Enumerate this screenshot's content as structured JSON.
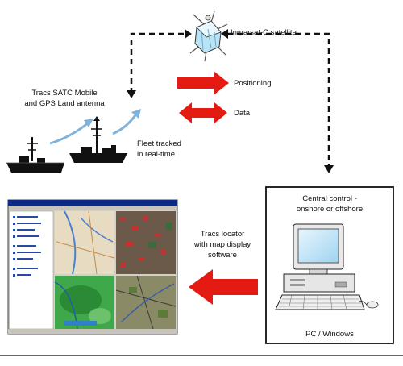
{
  "satellite": {
    "label": "Inmarsat-C satellite"
  },
  "antenna": {
    "line1": "Tracs SATC Mobile",
    "line2": "and GPS Land antenna"
  },
  "fleet": {
    "line1": "Fleet tracked",
    "line2": "in real-time"
  },
  "legend": {
    "positioning": "Positioning",
    "data": "Data"
  },
  "central": {
    "line1": "Central control -",
    "line2": "onshore or offshore",
    "pc": "PC / Windows"
  },
  "locator": {
    "line1": "Tracs locator",
    "line2": "with map display",
    "line3": "software"
  },
  "colors": {
    "arrow_red": "#e31b12",
    "frame": "#111111",
    "sky_arrow": "#7fb3dc",
    "bottom_rule": "#333333"
  },
  "icons": [
    "satellite-icon",
    "ship-icon",
    "computer-icon",
    "map-software-screenshot"
  ]
}
